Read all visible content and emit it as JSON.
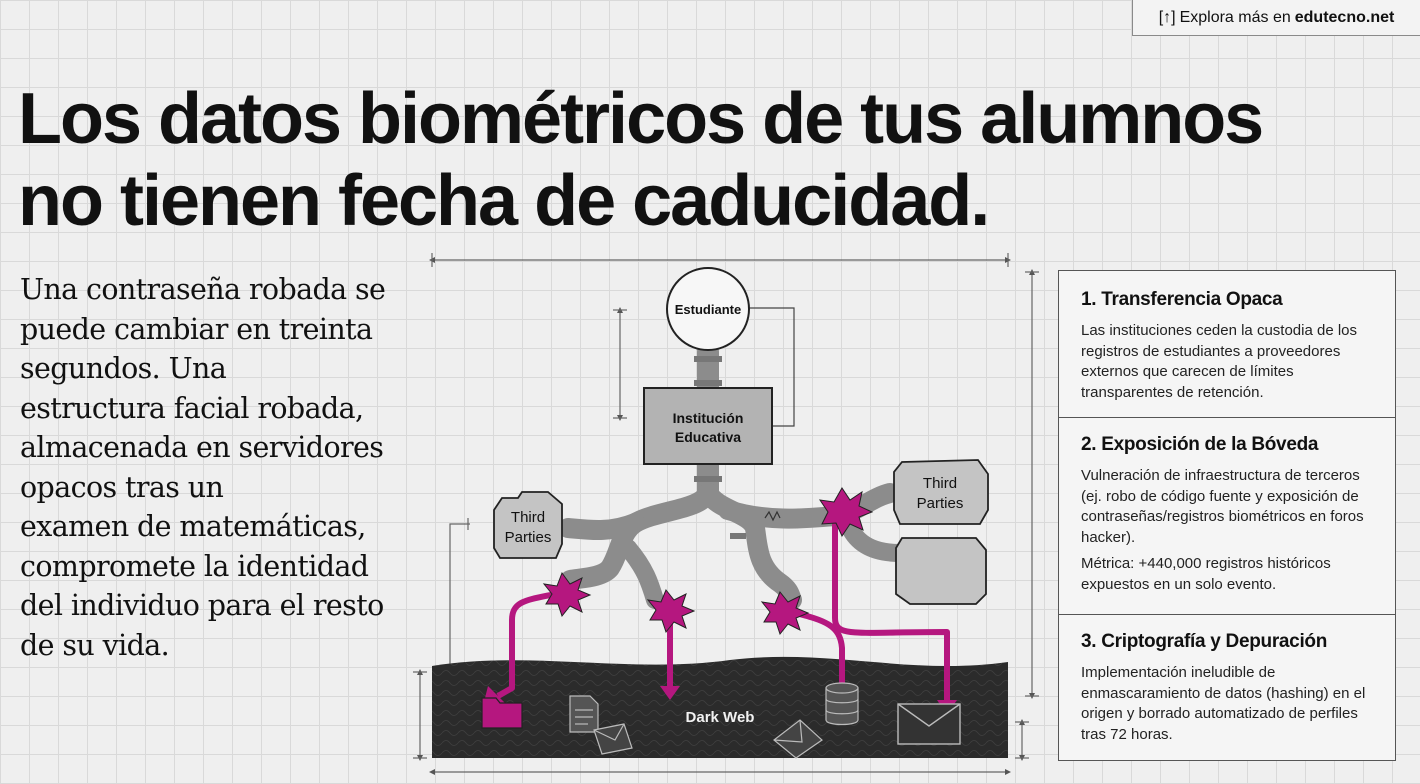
{
  "top_link": {
    "arrow": "[↑]",
    "text": "Explora más en",
    "site": "edutecno.net"
  },
  "title_line1": "Los datos biométricos de tus alumnos",
  "title_line2": "no tienen fecha de caducidad.",
  "intro_lines": [
    "Una contraseña robada se",
    "puede cambiar en treinta",
    "segundos. Una",
    "estructura facial robada,",
    "almacenada en servidores",
    "opacos tras un",
    "examen de matemáticas,",
    "compromete la identidad",
    "del individuo para el resto",
    "de su vida."
  ],
  "diagram": {
    "student": "Estudiante",
    "institution_1": "Institución",
    "institution_2": "Educativa",
    "third_left_1": "Third",
    "third_left_2": "Parties",
    "third_right_1": "Third",
    "third_right_2": "Parties",
    "dark_web": "Dark Web"
  },
  "colors": {
    "leak": "#b5177f",
    "pipe": "#8c8c8c",
    "box": "#b3b3b3",
    "darkweb": "#2b2b2b"
  },
  "sections": [
    {
      "title": "1. Transferencia Opaca",
      "body": "Las instituciones ceden la custodia de los registros de estudiantes a proveedores externos que carecen de límites transparentes de retención."
    },
    {
      "title": "2. Exposición de la Bóveda",
      "body": "Vulneración de infraestructura de terceros (ej. robo de código fuente y exposición de contraseñas/registros biométricos en foros hacker).",
      "metric": "Métrica: +440,000 registros históricos expuestos en un solo evento."
    },
    {
      "title": "3. Criptografía y Depuración",
      "body": "Implementación ineludible de enmascaramiento de datos (hashing) en el origen y borrado automatizado de perfiles tras 72 horas."
    }
  ]
}
